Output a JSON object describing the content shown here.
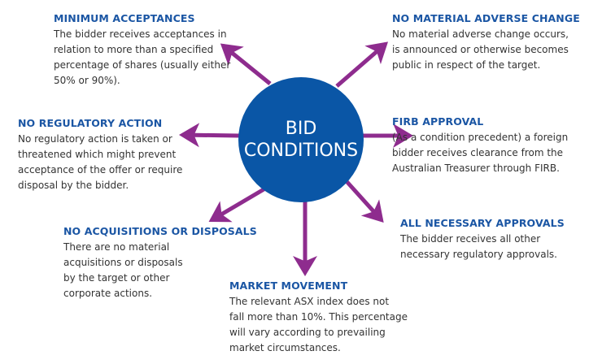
{
  "center": {
    "line1": "BID",
    "line2": "CONDITIONS"
  },
  "colors": {
    "circle": "#0a56a6",
    "arrow": "#8e2c8e",
    "heading": "#1b56a4",
    "body": "#333333"
  },
  "conditions": [
    {
      "title": "MINIMUM ACCEPTANCES",
      "lines": [
        "The bidder receives acceptances in",
        "relation to more than a specified",
        "percentage of shares (usually either",
        "50% or 90%)."
      ]
    },
    {
      "title": "NO MATERIAL ADVERSE CHANGE",
      "lines": [
        "No material adverse change occurs,",
        "is announced or otherwise becomes",
        "public in respect of the target."
      ]
    },
    {
      "title": "NO REGULATORY ACTION",
      "lines": [
        "No regulatory action is taken or",
        "threatened which might prevent",
        "acceptance of the offer or require",
        "disposal by the bidder."
      ]
    },
    {
      "title": "FIRB APPROVAL",
      "lines": [
        "(As a condition precedent) a foreign",
        "bidder receives clearance from the",
        "Australian Treasurer through FIRB."
      ]
    },
    {
      "title": "NO ACQUISITIONS OR DISPOSALS",
      "lines": [
        "There are no material",
        "acquisitions or disposals",
        "by the target or other",
        "corporate actions."
      ]
    },
    {
      "title": "ALL NECESSARY APPROVALS",
      "lines": [
        "The bidder receives all other",
        "necessary regulatory approvals."
      ]
    },
    {
      "title": "MARKET MOVEMENT",
      "lines": [
        "The relevant ASX index does not",
        "fall more than 10%. This percentage",
        "will vary according to prevailing",
        "market circumstances."
      ]
    }
  ]
}
